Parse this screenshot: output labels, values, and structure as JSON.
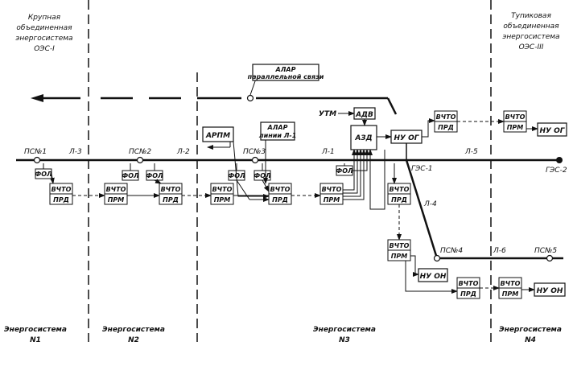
{
  "diagram": {
    "regions": {
      "top_left": [
        "Крупная",
        "объединенная",
        "энергосистема",
        "ОЭС-I"
      ],
      "top_right": [
        "Тупиковая",
        "объединенная",
        "энергосистема",
        "ОЭС-III"
      ],
      "bottom": [
        {
          "line1": "Энергосистема",
          "line2": "N1"
        },
        {
          "line1": "Энергосистема",
          "line2": "N2"
        },
        {
          "line1": "Энергосистема",
          "line2": "N3"
        },
        {
          "line1": "Энергосистема",
          "line2": "N4"
        }
      ]
    },
    "substations": [
      "ПС№1",
      "ПС№2",
      "ПС№3",
      "ГЭС-1",
      "ГЭС-2",
      "ПС№4",
      "ПС№5"
    ],
    "lines": [
      "Л-3",
      "Л-2",
      "Л-1",
      "Л-5",
      "Л-4",
      "Л-6"
    ],
    "alar_parallel": [
      "АЛАР",
      "параллельной связи"
    ],
    "alar_line": [
      "АЛАР",
      "линии Л-1"
    ],
    "arpm": "АРПМ",
    "utm": "УТМ",
    "adv": "АДВ",
    "azd": "АЗД",
    "nu_og_center": "НУ ОГ",
    "nu_og_right": "НУ ОГ",
    "nu_on_1": "НУ ОН",
    "nu_on_2": "НУ ОН",
    "fol": [
      "ФОЛ",
      "ФОЛ",
      "ФОЛ",
      "ФОЛ",
      "ФОЛ",
      "ФОЛ"
    ],
    "vchto": "ВЧТО",
    "prd": "ПРД",
    "prm": "ПРМ"
  }
}
